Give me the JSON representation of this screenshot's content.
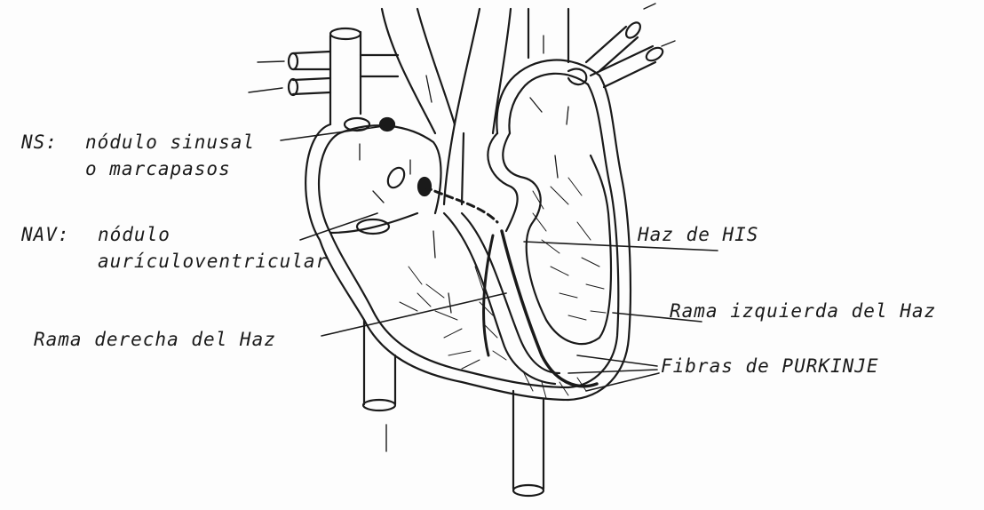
{
  "labels": {
    "ns_abbr": "NS:",
    "ns_line1": "nódulo sinusal",
    "ns_line2": "o marcapasos",
    "nav_abbr": "NAV:",
    "nav_line1": "nódulo",
    "nav_line2": "aurículoventricular",
    "his": "Haz de HIS",
    "rama_izq": "Rama izquierda del Haz",
    "rama_der": "Rama derecha del Haz",
    "purkinje": "Fibras de PURKINJE"
  },
  "colors": {
    "ink": "#1a1a1a",
    "paper": "#fdfdfd"
  }
}
